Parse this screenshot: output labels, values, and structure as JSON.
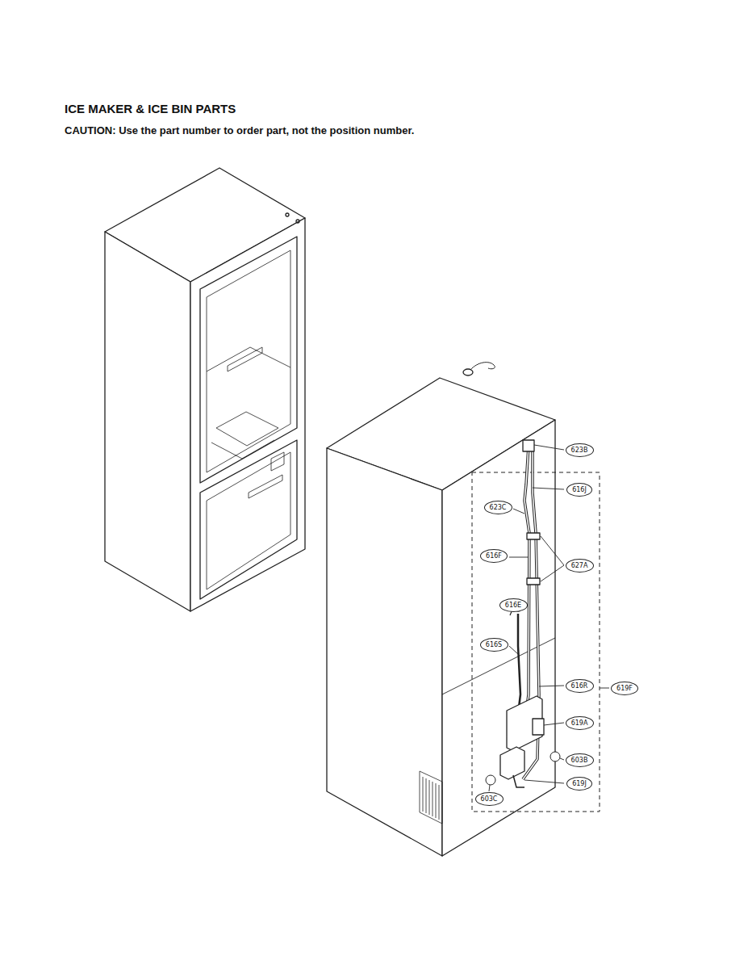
{
  "diagram": {
    "title": "ICE MAKER & ICE BIN PARTS",
    "nodes": [
      {
        "text": [
          "623B"
        ]
      },
      {
        "text": [
          "616J"
        ]
      },
      {
        "text": [
          "623C"
        ]
      },
      {
        "text": [
          "616F"
        ]
      },
      {
        "text": [
          "627A"
        ]
      },
      {
        "text": [
          "616E"
        ]
      },
      {
        "text": [
          "616S"
        ]
      },
      {
        "text": [
          "616R"
        ]
      },
      {
        "text": [
          "619F"
        ]
      },
      {
        "text": [
          "619A"
        ]
      },
      {
        "text": [
          "603B"
        ]
      },
      {
        "text": [
          "619J"
        ]
      },
      {
        "text": [
          "603C"
        ]
      }
    ],
    "edges": [],
    "labels": [
      "CAUTION: Use the part number to order part, not the position number."
    ]
  }
}
